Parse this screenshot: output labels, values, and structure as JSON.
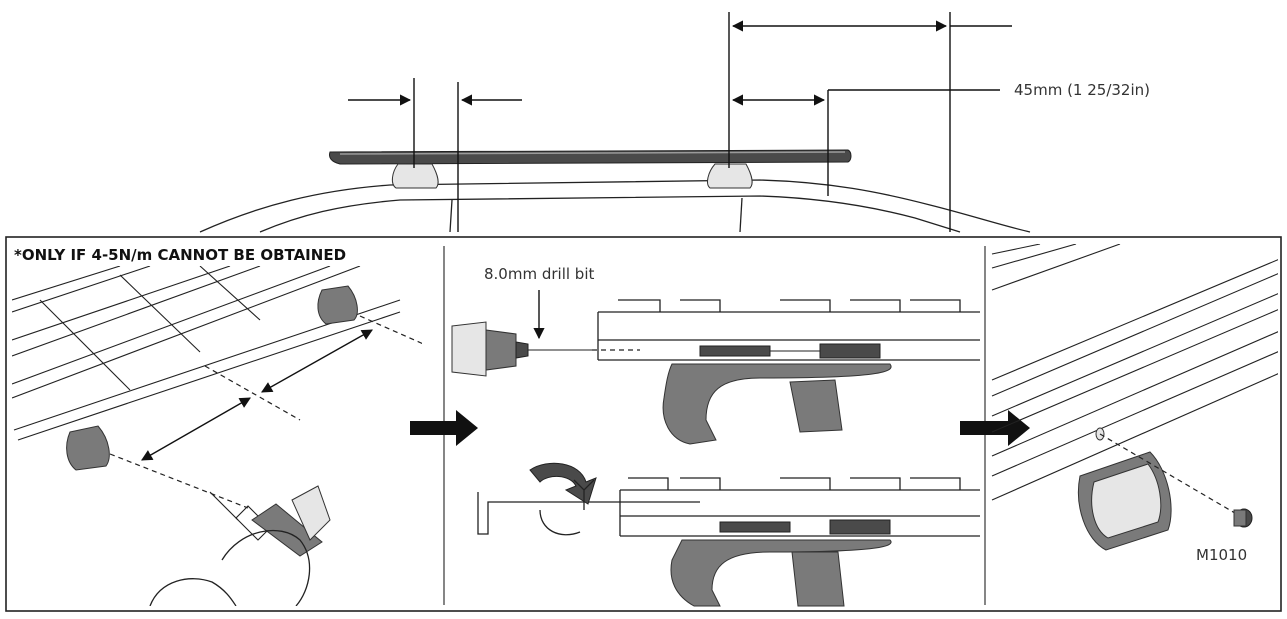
{
  "top_view": {
    "dimension_label": "45mm (1 25/32in)"
  },
  "panel_left": {
    "note": "*ONLY IF 4-5N/m CANNOT BE OBTAINED"
  },
  "panel_middle": {
    "drill_label": "8.0mm drill bit"
  },
  "panel_right": {
    "part_code": "M1010"
  },
  "colors": {
    "rail_dark": "#4a4a4a",
    "foot_gray": "#7a7a7a",
    "line": "#222222"
  }
}
